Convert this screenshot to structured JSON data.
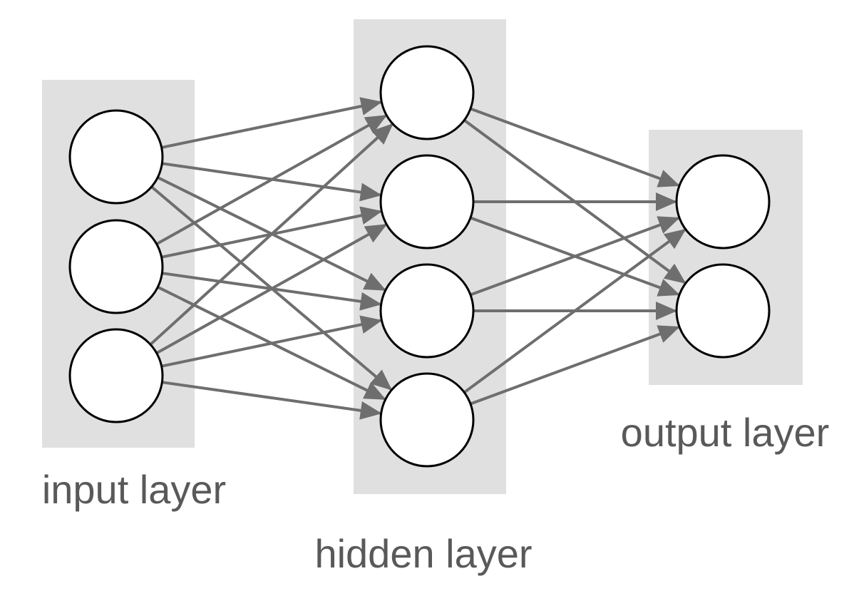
{
  "colors": {
    "panel": "#e0e0e0",
    "edge": "#6e6e6e",
    "node_fill": "#ffffff",
    "node_stroke": "#000000",
    "label": "#595959"
  },
  "layers": [
    {
      "label": "input layer",
      "nodes": 3
    },
    {
      "label": "hidden layer",
      "nodes": 4
    },
    {
      "label": "output layer",
      "nodes": 2
    }
  ],
  "connectivity": "fully-connected"
}
